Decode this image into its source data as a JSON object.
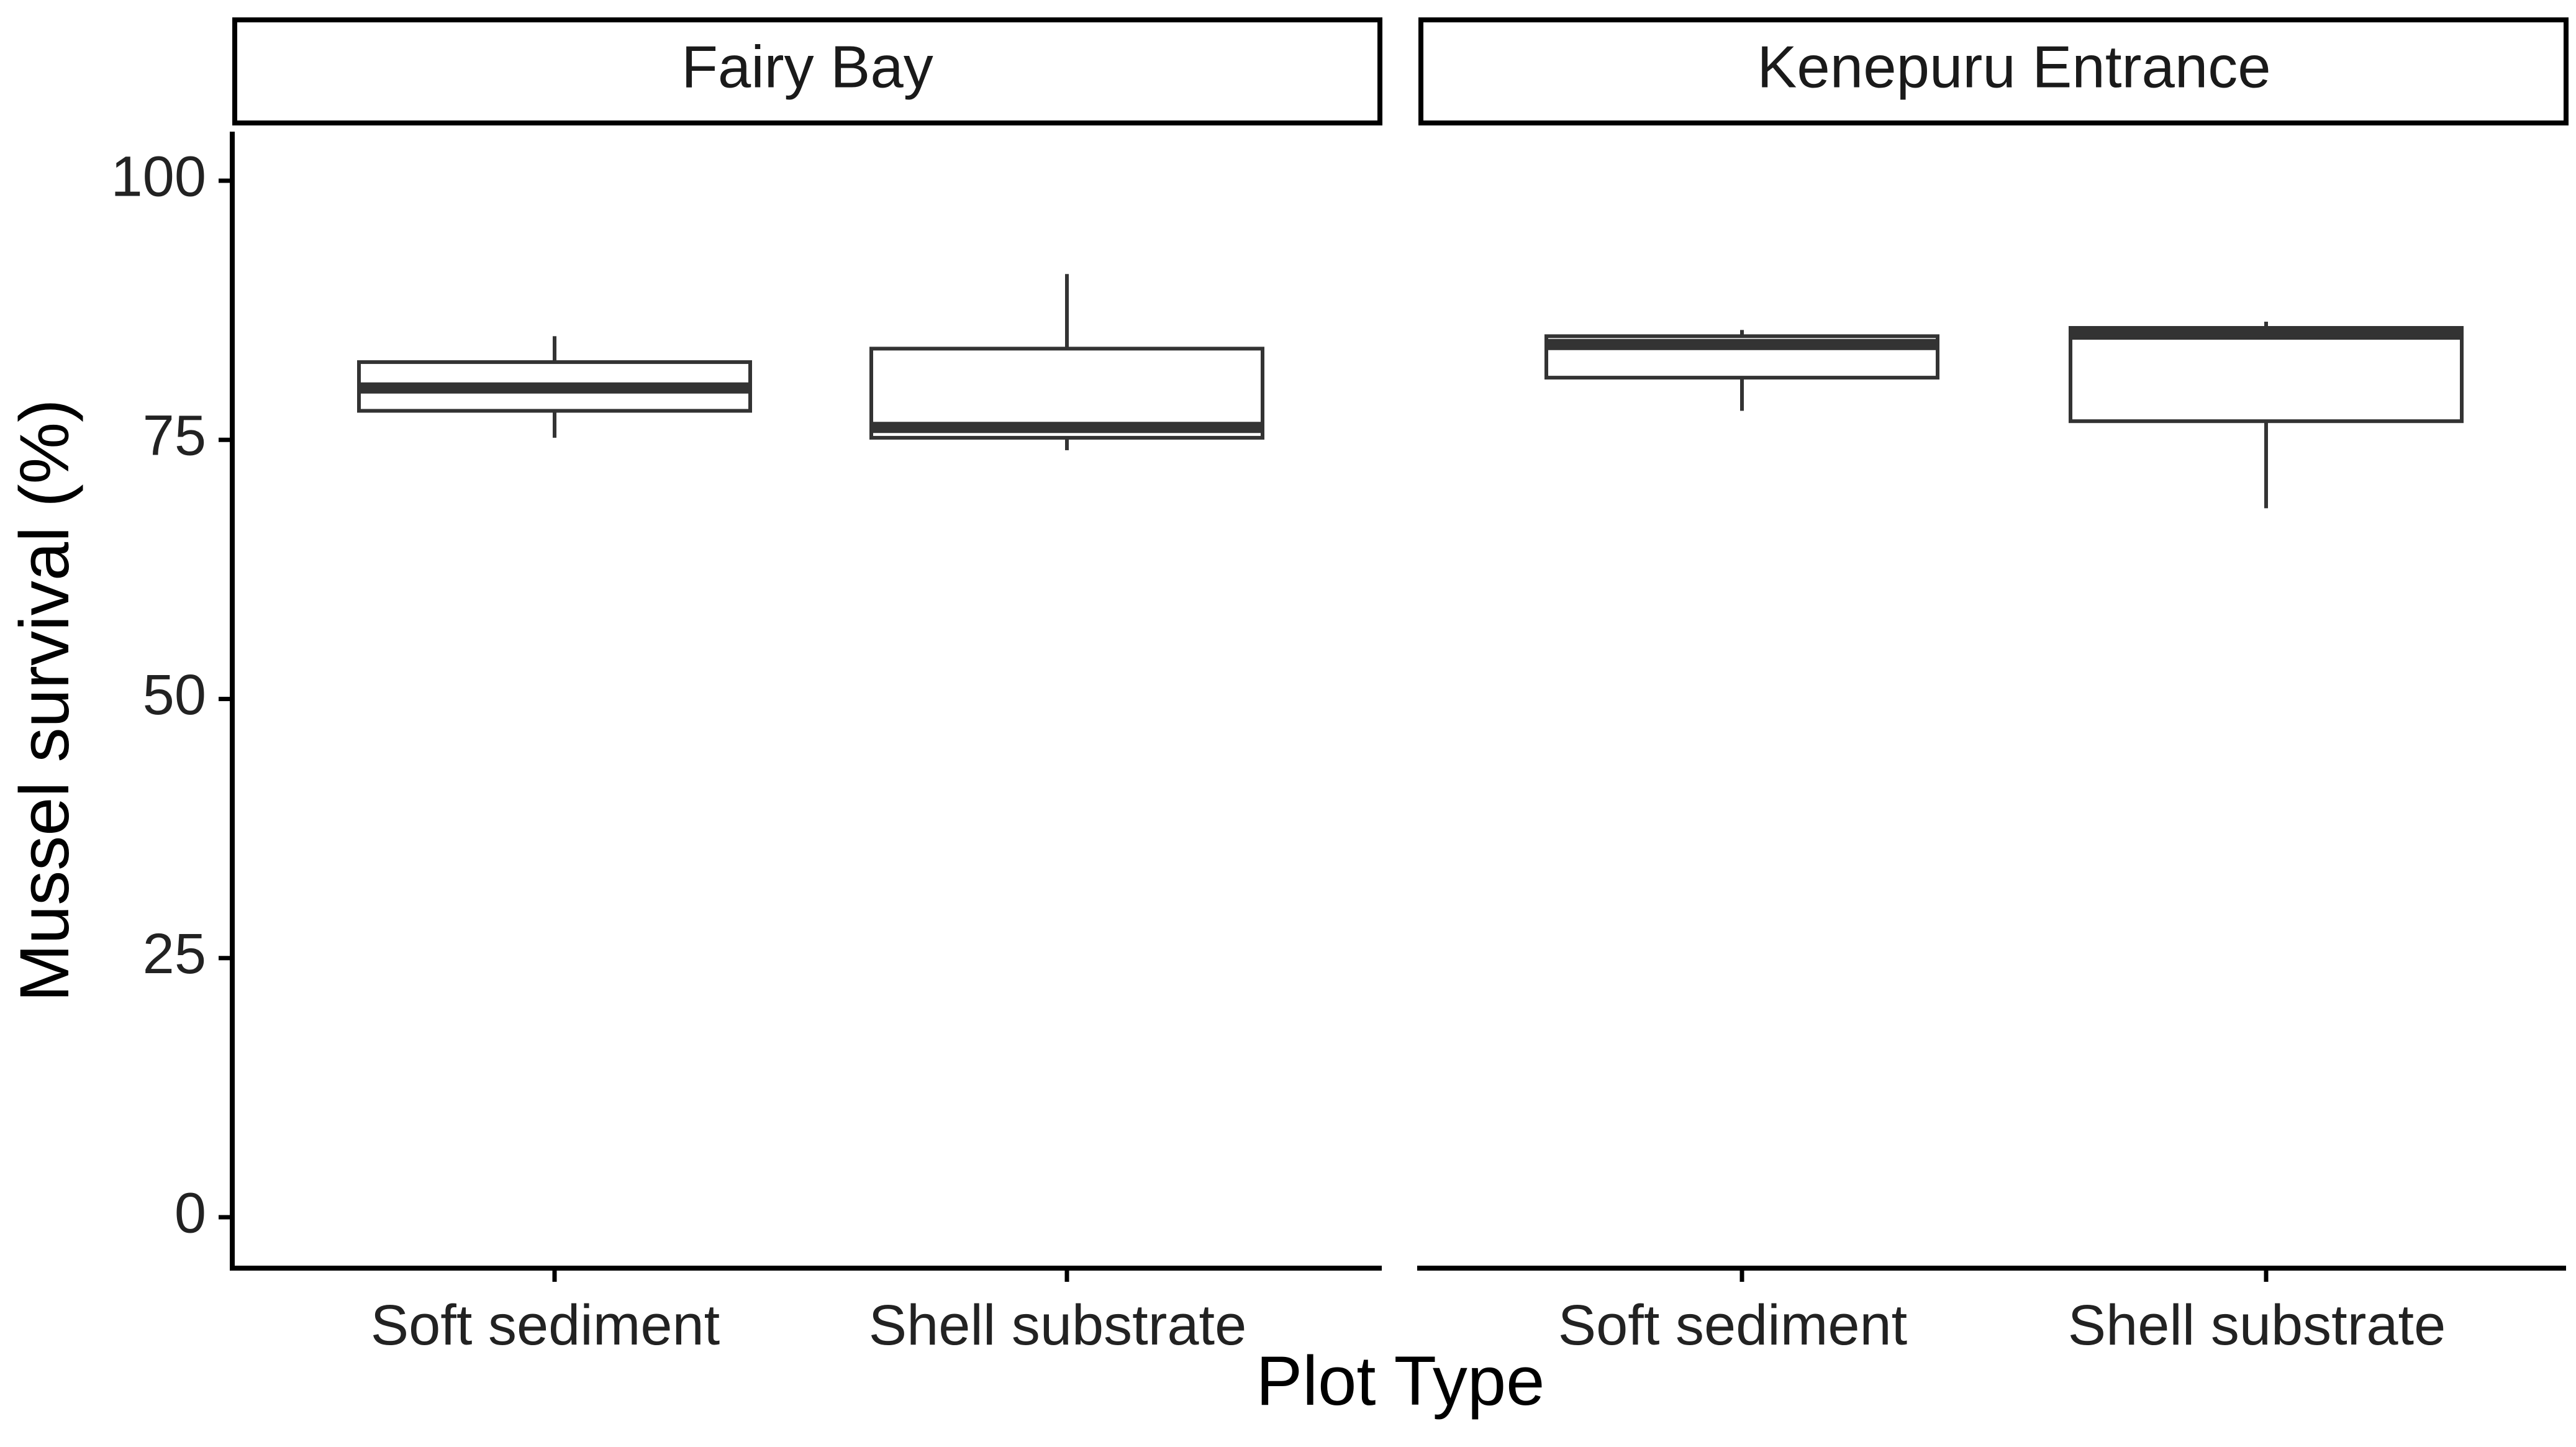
{
  "chart_data": {
    "type": "boxplot",
    "ylabel": "Mussel survival (%)",
    "xlabel": "Plot Type",
    "ylim": [
      0,
      100
    ],
    "yticks": [
      "0",
      "25",
      "50",
      "75",
      "100"
    ],
    "categories": [
      "Soft sediment",
      "Shell substrate"
    ],
    "grid": false,
    "facets": [
      {
        "title": "Fairy Bay",
        "boxes": [
          {
            "category": "Soft sediment",
            "min": 75.2,
            "q1": 77.8,
            "median": 80.0,
            "q3": 82.5,
            "max": 85.0
          },
          {
            "category": "Shell substrate",
            "min": 74.0,
            "q1": 75.2,
            "median": 76.2,
            "q3": 83.8,
            "max": 91.0
          }
        ]
      },
      {
        "title": "Kenepuru Entrance",
        "boxes": [
          {
            "category": "Soft sediment",
            "min": 77.8,
            "q1": 81.0,
            "median": 84.2,
            "q3": 85.0,
            "max": 85.6
          },
          {
            "category": "Shell substrate",
            "min": 68.4,
            "q1": 76.8,
            "median": 85.2,
            "q3": 85.8,
            "max": 86.4
          }
        ]
      }
    ]
  }
}
